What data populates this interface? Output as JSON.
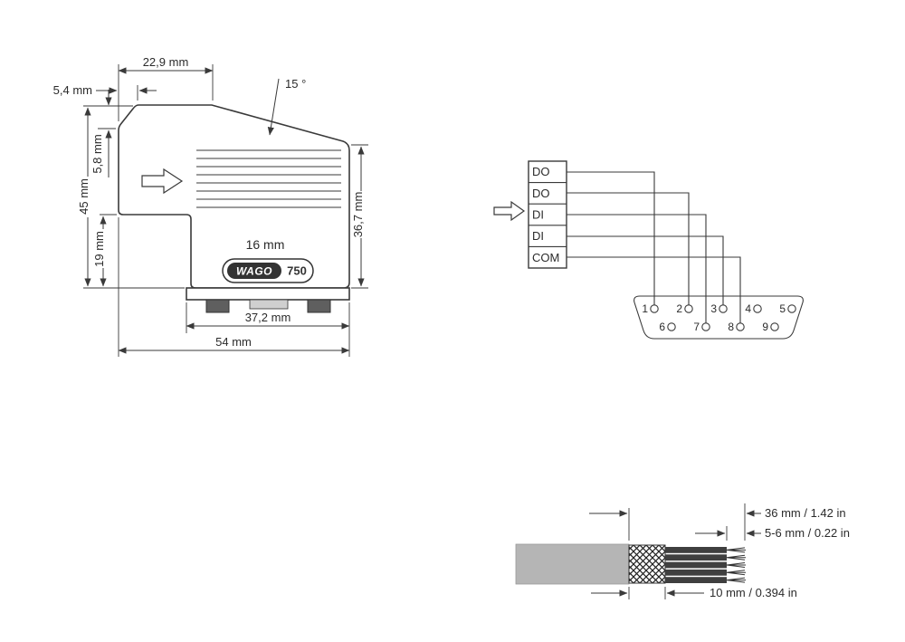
{
  "palette": {
    "line_color": "#3a3a3a",
    "jacket_gray": "#b5b5b5",
    "conductor_dark": "#3f3f3f",
    "logo_dark": "#333333"
  },
  "connector_drawing": {
    "dimensions": {
      "top_width": "22,9 mm",
      "chamfer_width": "5,4 mm",
      "slope_angle": "15 °",
      "upper_left_height": "5,8 mm",
      "total_height": "45 mm",
      "lower_left_height": "19 mm",
      "right_height": "36,7 mm",
      "inner_width": "16 mm",
      "flange_width": "37,2 mm",
      "total_length": "54 mm"
    },
    "brand": {
      "logo": "WAGO",
      "series": "750"
    }
  },
  "wiring_diagram": {
    "terminals": [
      "DO",
      "DO",
      "DI",
      "DI",
      "COM"
    ],
    "pins_top": [
      "1",
      "2",
      "3",
      "4",
      "5"
    ],
    "pins_bottom": [
      "6",
      "7",
      "8",
      "9"
    ],
    "connections": [
      {
        "terminal": "DO",
        "pin": "1"
      },
      {
        "terminal": "DO",
        "pin": "2"
      },
      {
        "terminal": "DI",
        "pin": "7"
      },
      {
        "terminal": "DI",
        "pin": "3"
      },
      {
        "terminal": "COM",
        "pin": "8"
      }
    ]
  },
  "cable_drawing": {
    "dimensions": {
      "overall_strip": "36 mm / 1.42 in",
      "conductor_strip": "5-6 mm / 0.22 in",
      "shield_length": "10 mm / 0.394 in"
    }
  }
}
